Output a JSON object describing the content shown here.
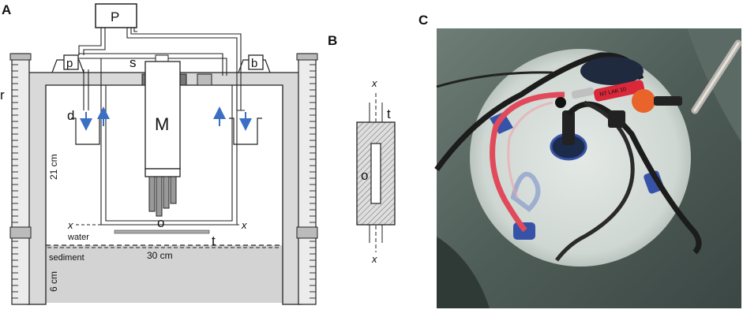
{
  "panels": {
    "a": "A",
    "b": "B",
    "c": "C"
  },
  "labels": {
    "pump": "P",
    "p": "p",
    "s": "s",
    "b": "b",
    "r": "r",
    "d": "d",
    "m": "M",
    "o": "o",
    "x": "x",
    "t": "t",
    "water": "water",
    "sediment": "sediment",
    "height_21": "21 cm",
    "width_30": "30 cm",
    "depth_6": "6 cm"
  },
  "photo": {
    "connector_text": "NT LAK 10"
  },
  "colors": {
    "flow_arrow": "#3a6fc4",
    "frame_fill": "#d9d9d9",
    "sediment_fill": "#d3d3d3",
    "water_dark": "#4a5a55",
    "disk": "#d6dcd8",
    "cable": "#1c1c1c",
    "red_tube": "#e04a5a",
    "orange_valve": "#e8642a",
    "blue_part": "#3753a8"
  },
  "icons": {
    "flow": "arrow-icon"
  }
}
